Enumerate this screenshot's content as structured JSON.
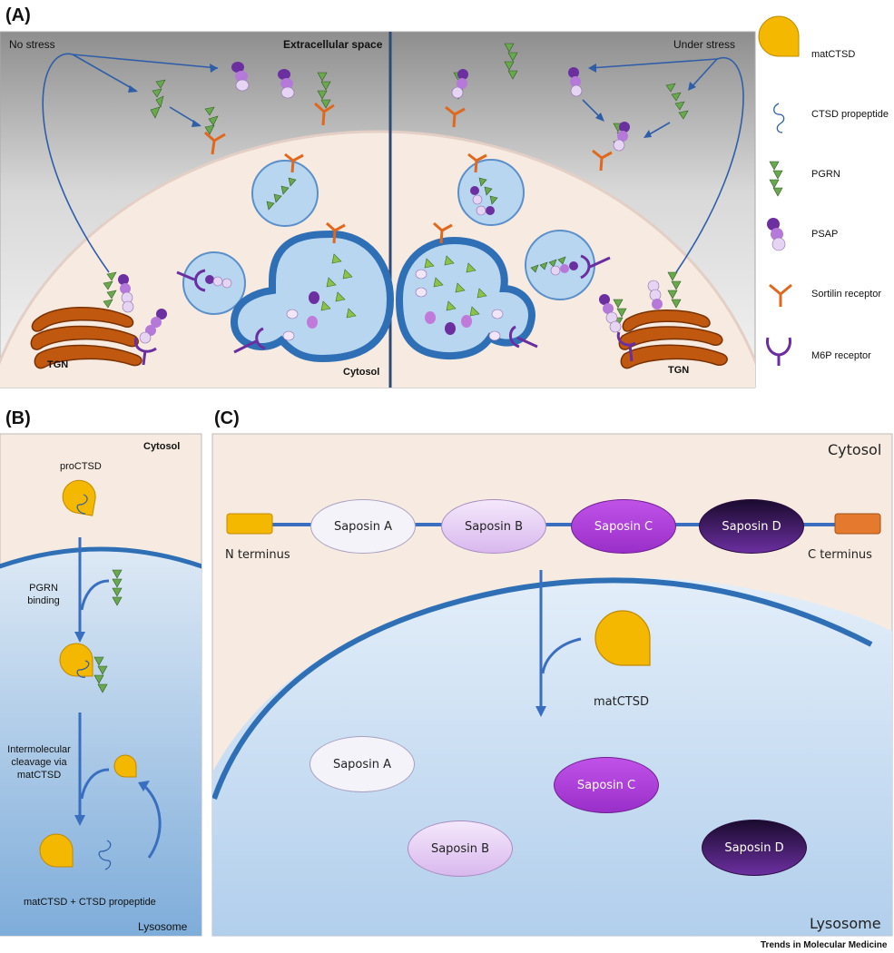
{
  "panel_a": {
    "label": "(A)",
    "no_stress": "No stress",
    "under_stress": "Under stress",
    "extracellular": "Extracellular space",
    "cytosol": "Cytosol",
    "tgn_left": "TGN",
    "tgn_right": "TGN"
  },
  "legend": {
    "items": [
      {
        "label": "matCTSD",
        "icon": "matctsd-icon"
      },
      {
        "label": "CTSD propeptide",
        "icon": "ctsd-propeptide-icon"
      },
      {
        "label": "PGRN",
        "icon": "pgrn-icon"
      },
      {
        "label": "PSAP",
        "icon": "psap-icon"
      },
      {
        "label": "Sortilin receptor",
        "icon": "sortilin-receptor-icon"
      },
      {
        "label": "M6P receptor",
        "icon": "m6p-receptor-icon"
      }
    ]
  },
  "panel_b": {
    "label": "(B)",
    "cytosol": "Cytosol",
    "procstd": "proCTSD",
    "pgrn_binding_1": "PGRN",
    "pgrn_binding_2": "binding",
    "cleavage_1": "Intermolecular",
    "cleavage_2": "cleavage via",
    "cleavage_3": "matCTSD",
    "result": "matCTSD + CTSD propeptide",
    "lysosome": "Lysosome"
  },
  "panel_c": {
    "label": "(C)",
    "cytosol": "Cytosol",
    "lysosome": "Lysosome",
    "n_terminus": "N terminus",
    "c_terminus": "C terminus",
    "chain": [
      "Saposin A",
      "Saposin B",
      "Saposin C",
      "Saposin D"
    ],
    "matctsd": "matCTSD",
    "cleaved": [
      "Saposin A",
      "Saposin B",
      "Saposin C",
      "Saposin D"
    ]
  },
  "footer": "Trends in Molecular Medicine",
  "colors": {
    "matctsd": "#f5b800",
    "pgrn": "#5a9a3a",
    "psap": "#8e44ad",
    "sortilin": "#e0681c",
    "m6p": "#6a2ea0",
    "lysosome_blue": "#b8d6f0",
    "membrane": "#2f6fb5"
  }
}
